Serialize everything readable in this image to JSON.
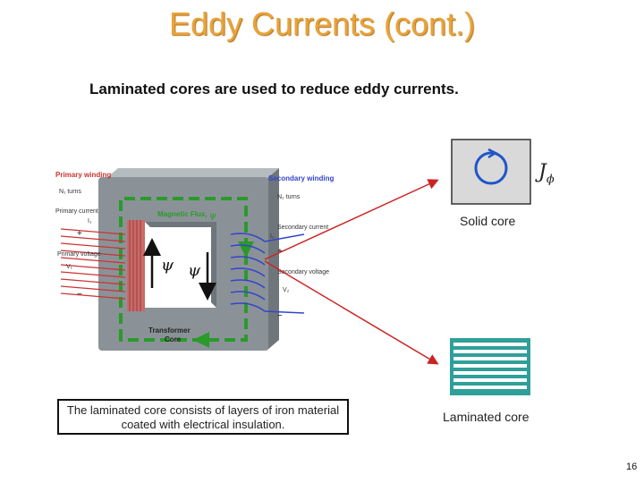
{
  "title": "Eddy Currents (cont.)",
  "subtitle": "Laminated cores are used to reduce eddy currents.",
  "caption": "The laminated core consists of layers of iron material coated with electrical insulation.",
  "solid_core": {
    "label": "Solid core",
    "symbol": "J",
    "symbol_sub": "ϕ"
  },
  "laminated_core": {
    "label": "Laminated core"
  },
  "page_number": "16",
  "transformer": {
    "primary_winding": "Primary winding",
    "primary_turns": "N₁ turns",
    "secondary_winding": "Secondary winding",
    "secondary_turns": "N₂ turns",
    "magnetic_flux": "Magnetic Flux,",
    "psi": "ψ",
    "primary_current": "Primary current",
    "primary_current_symbol": "I₁",
    "primary_voltage": "Primary voltage",
    "primary_voltage_symbol": "V₁",
    "secondary_current": "Secondary current",
    "secondary_current_symbol": "I₂",
    "secondary_voltage": "Secondary voltage",
    "secondary_voltage_symbol": "V₂",
    "core_label_1": "Transformer",
    "core_label_2": "Core",
    "plus": "+",
    "minus": "−"
  },
  "colors": {
    "title": "#e8a33a",
    "arrow": "#cc2222",
    "flux": "#2a9a2a",
    "core": "#8a9297",
    "winding": "#3344cc",
    "lam": "#2f9f99"
  }
}
